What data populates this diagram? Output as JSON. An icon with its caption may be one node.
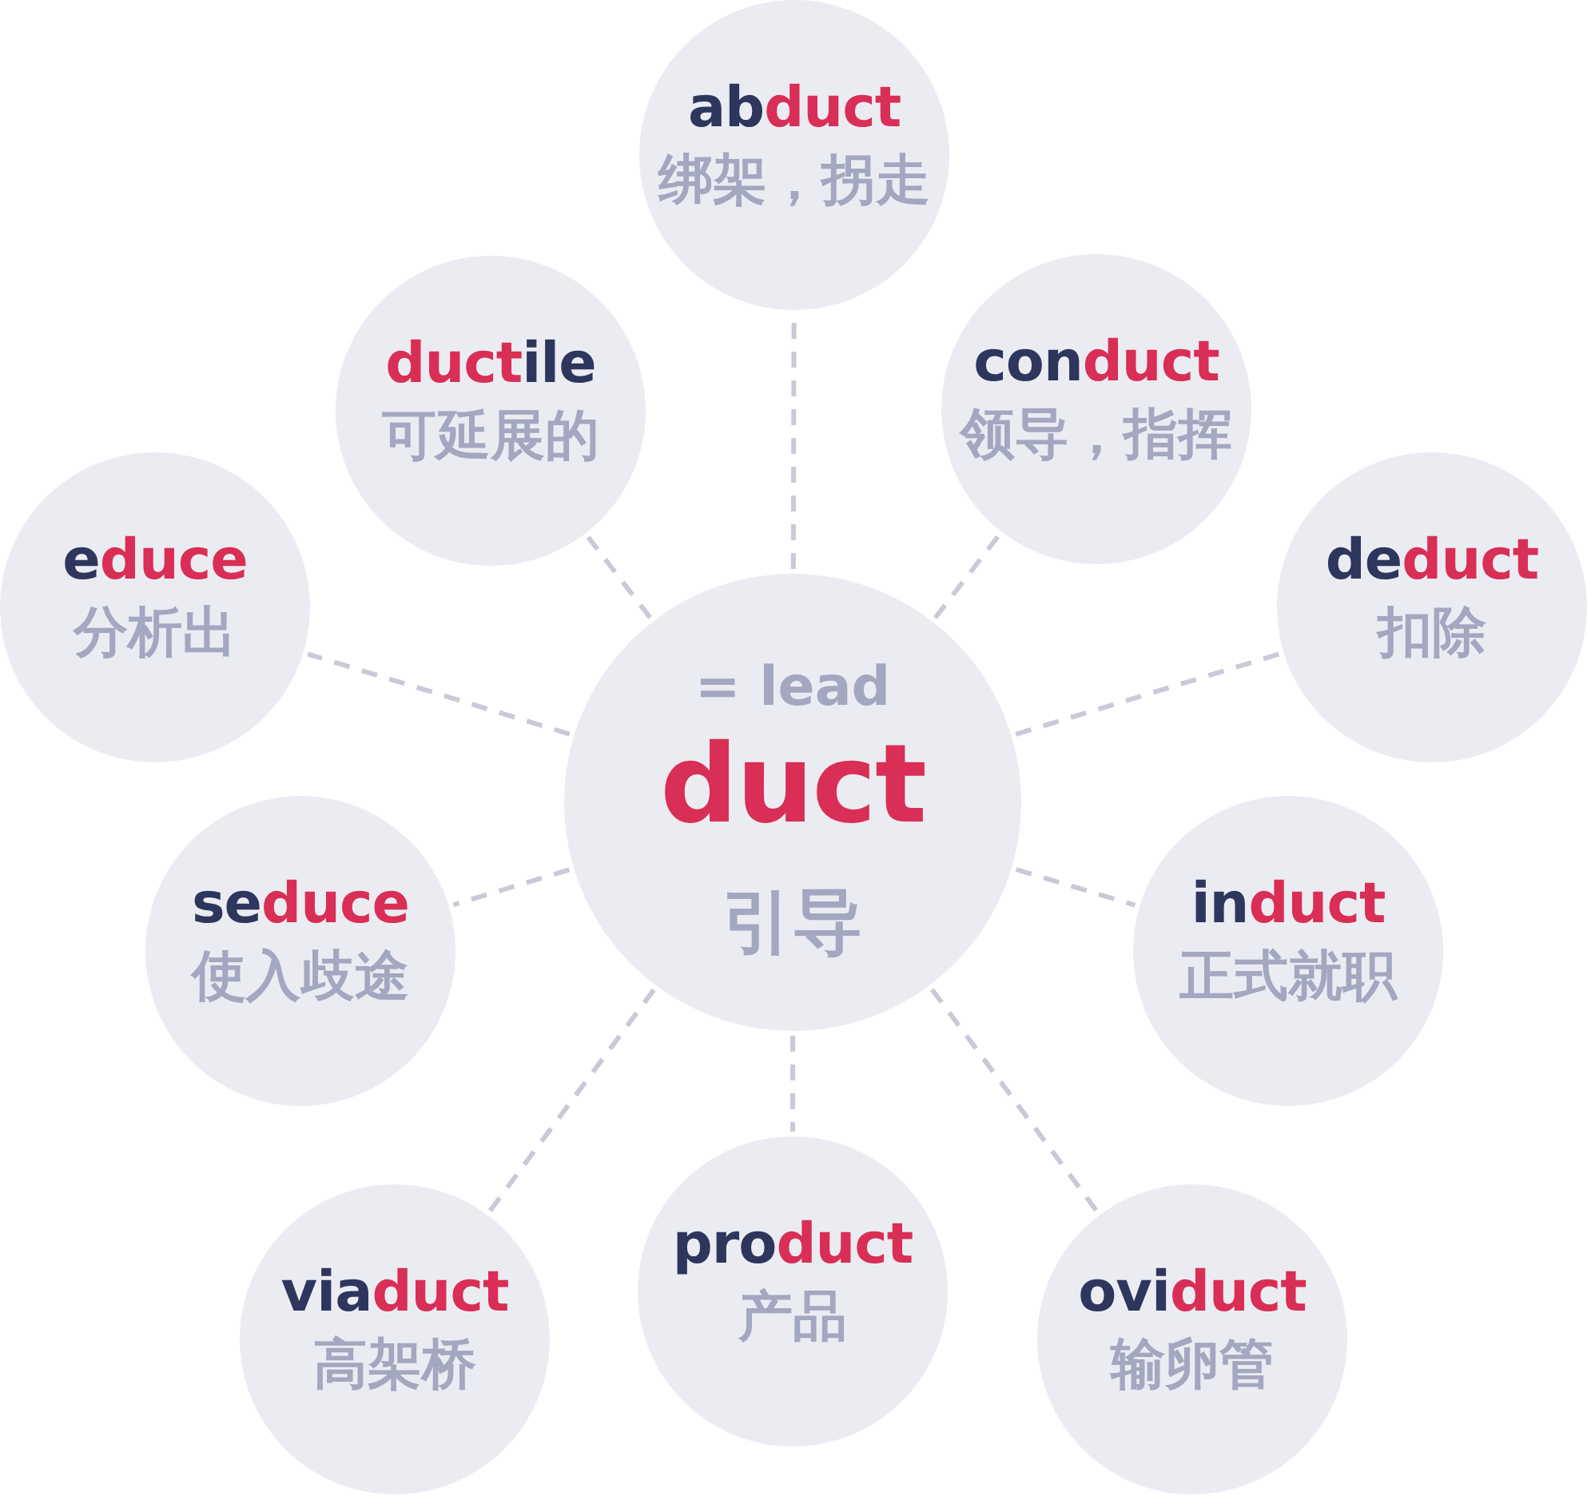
{
  "diagram": {
    "nodes": [
      {
        "text": [
          "= lead",
          "duct",
          "引导"
        ]
      },
      {
        "text": [
          "abduct",
          "绑架，拐走"
        ]
      },
      {
        "text": [
          "conduct",
          "领导，指挥"
        ]
      },
      {
        "text": [
          "deduct",
          "扣除"
        ]
      },
      {
        "text": [
          "induct",
          "正式就职"
        ]
      },
      {
        "text": [
          "oviduct",
          "输卵管"
        ]
      },
      {
        "text": [
          "product",
          "产品"
        ]
      },
      {
        "text": [
          "viaduct",
          "高架桥"
        ]
      },
      {
        "text": [
          "seduce",
          "使入歧途"
        ]
      },
      {
        "text": [
          "educe",
          "分析出"
        ]
      },
      {
        "text": [
          "ductile",
          "可延展的"
        ]
      }
    ],
    "edges": [
      {
        "from": 0,
        "to": 1,
        "arrow": "none",
        "style": "dashed"
      },
      {
        "from": 0,
        "to": 2,
        "arrow": "none",
        "style": "dashed"
      },
      {
        "from": 0,
        "to": 3,
        "arrow": "none",
        "style": "dashed"
      },
      {
        "from": 0,
        "to": 4,
        "arrow": "none",
        "style": "dashed"
      },
      {
        "from": 0,
        "to": 5,
        "arrow": "none",
        "style": "dashed"
      },
      {
        "from": 0,
        "to": 6,
        "arrow": "none",
        "style": "dashed"
      },
      {
        "from": 0,
        "to": 7,
        "arrow": "none",
        "style": "dashed"
      },
      {
        "from": 0,
        "to": 8,
        "arrow": "none",
        "style": "dashed"
      },
      {
        "from": 0,
        "to": 9,
        "arrow": "none",
        "style": "dashed"
      },
      {
        "from": 0,
        "to": 10,
        "arrow": "none",
        "style": "dashed"
      }
    ]
  }
}
